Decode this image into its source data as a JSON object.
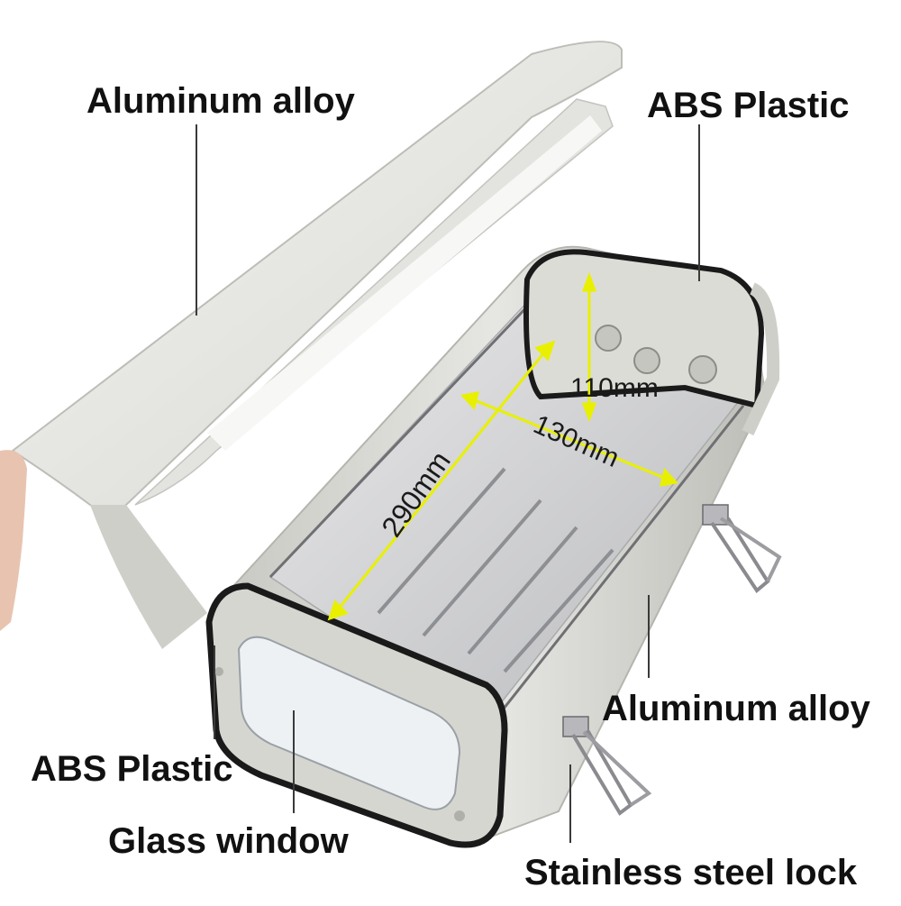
{
  "labels": {
    "top_left": "Aluminum alloy",
    "top_right": "ABS Plastic",
    "mid_right": "Aluminum alloy",
    "bottom_left_1": "ABS Plastic",
    "bottom_left_2": "Glass window",
    "bottom_right": "Stainless steel lock"
  },
  "dimensions": {
    "height": "110mm",
    "width": "130mm",
    "length": "290mm"
  },
  "colors": {
    "dimension_arrow": "#e8f000",
    "housing": "#d9d9d4",
    "gasket": "#1a1a1a"
  }
}
